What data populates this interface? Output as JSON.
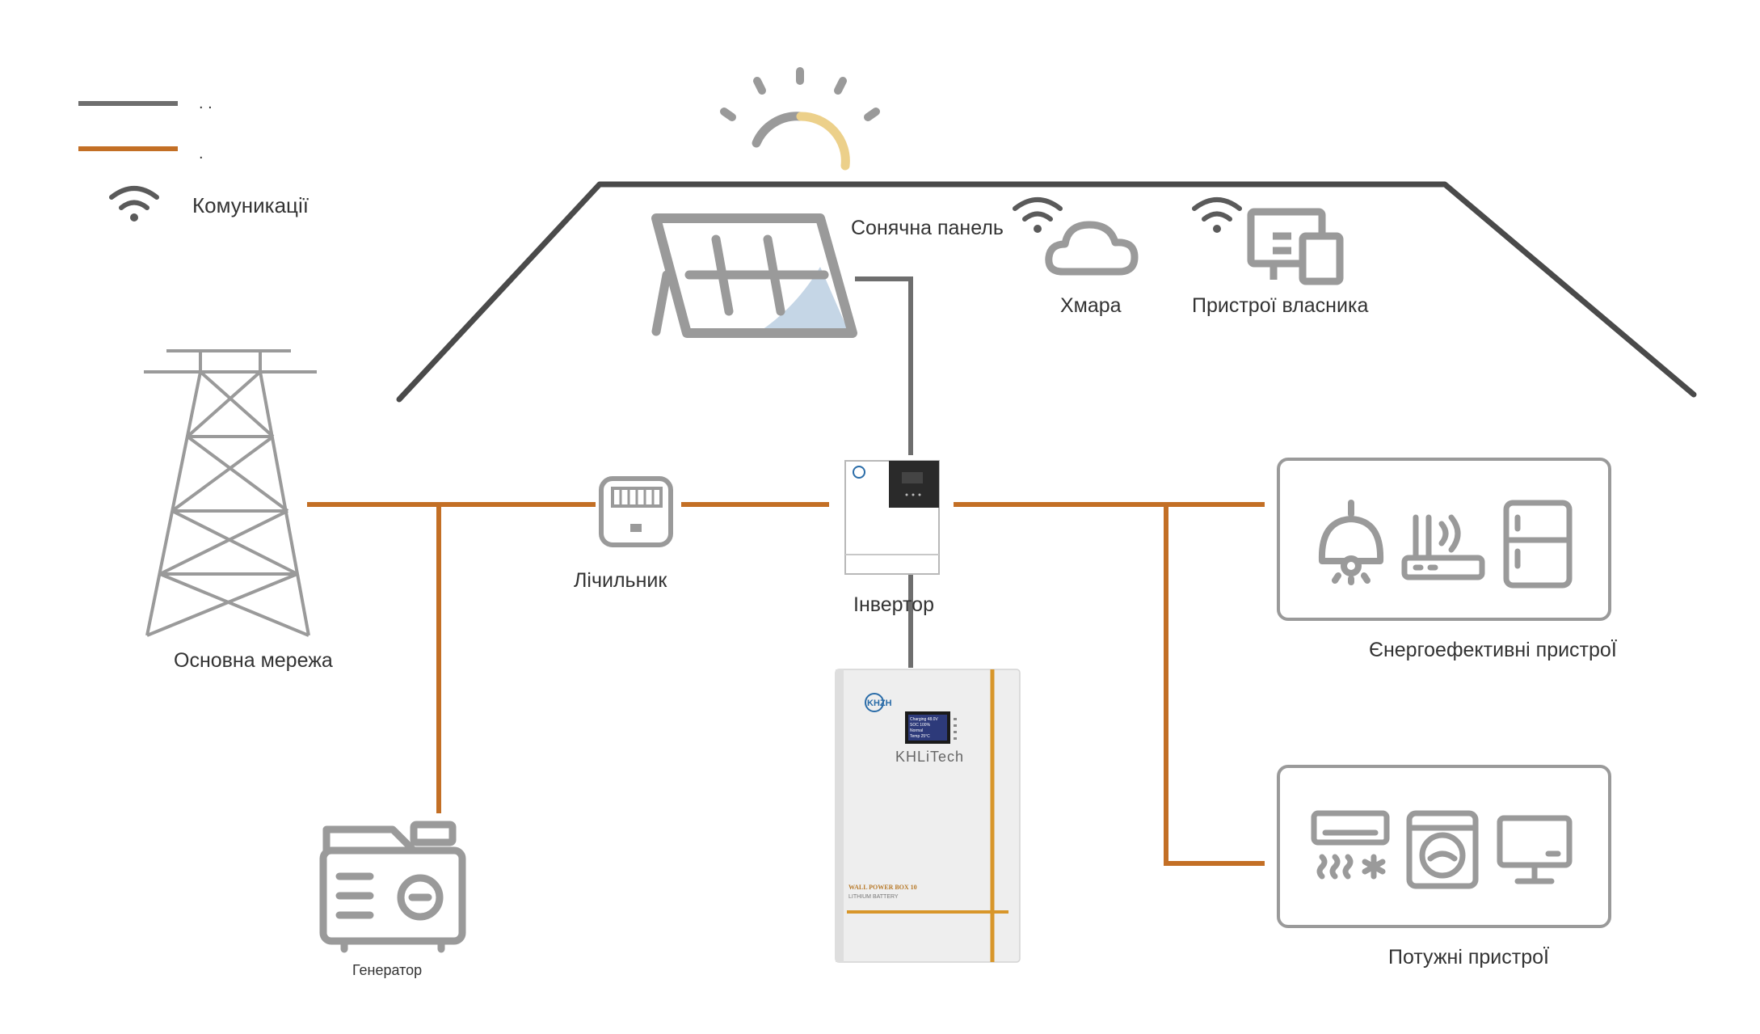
{
  "legend": {
    "items": [
      {
        "label": ". .",
        "color": "#6e6e6e"
      },
      {
        "label": ".",
        "color": "#c36f25"
      }
    ],
    "communication_label": "Комуникації"
  },
  "nodes": {
    "solar_panel": "Сонячна  панель",
    "cloud": "Хмара",
    "owner_devices": "Пристрої  власника",
    "main_grid": "Основна  мережа",
    "meter": "Лічильник",
    "inverter": "Інвертор",
    "generator": "Генератор",
    "efficient_devices": "Єнергоефективні  пристроЇ",
    "powerful_devices": "Потужні  пристроЇ"
  },
  "battery": {
    "brand_logo": "KHZH",
    "brand": "KHLiTech",
    "model": "WALL POWER BOX 10",
    "type": "LITHIUM BATTERY",
    "screen_lines": [
      "Charging 48.0V",
      "SOC 100%",
      "Normal",
      "Temp 25°C"
    ]
  },
  "colors": {
    "dc_line": "#6e6e6e",
    "ac_line": "#c36f25",
    "icon": "#9a9a9a",
    "sun_accent": "#ecd08a",
    "panel_glare": "#c5d6e6",
    "battery_stripe": "#d8962a"
  }
}
